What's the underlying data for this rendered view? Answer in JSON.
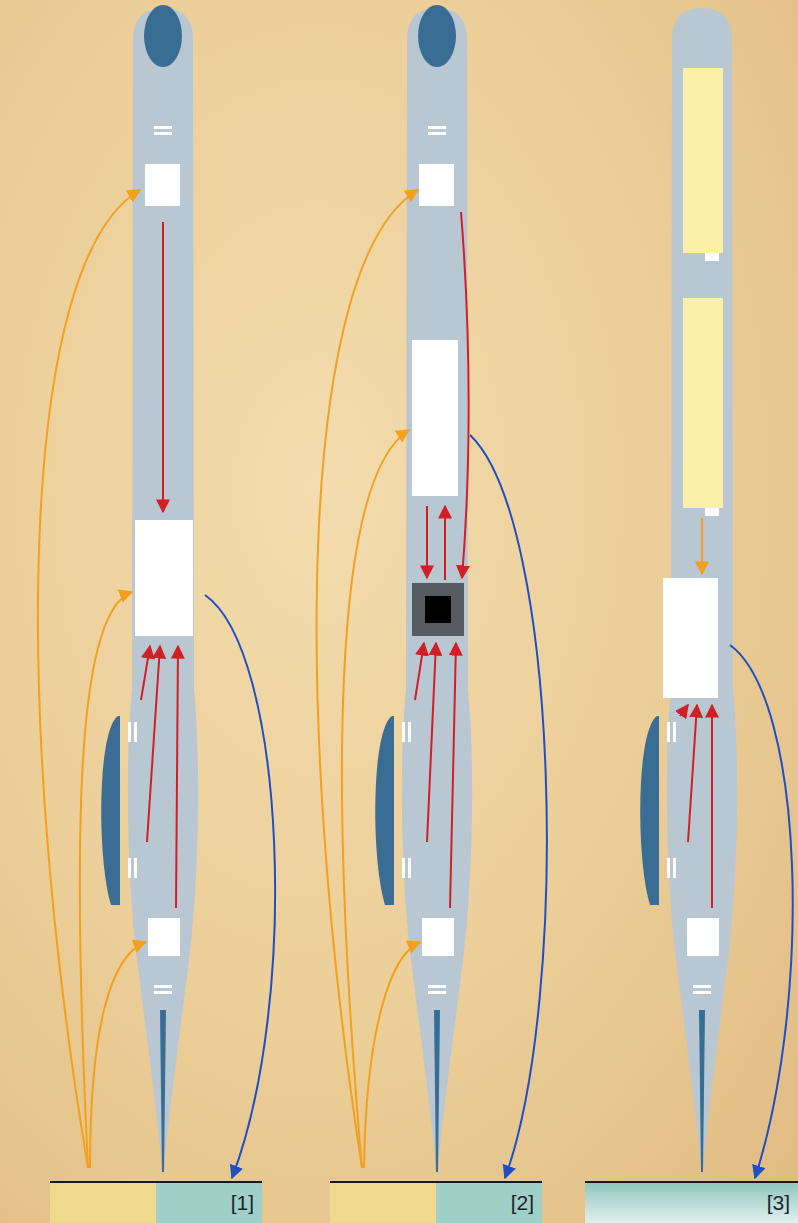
{
  "diagram": {
    "nodes": [
      {
        "text": [
          "[1]"
        ]
      },
      {
        "text": [
          "[2]"
        ]
      },
      {
        "text": [
          "[3]"
        ]
      }
    ]
  }
}
